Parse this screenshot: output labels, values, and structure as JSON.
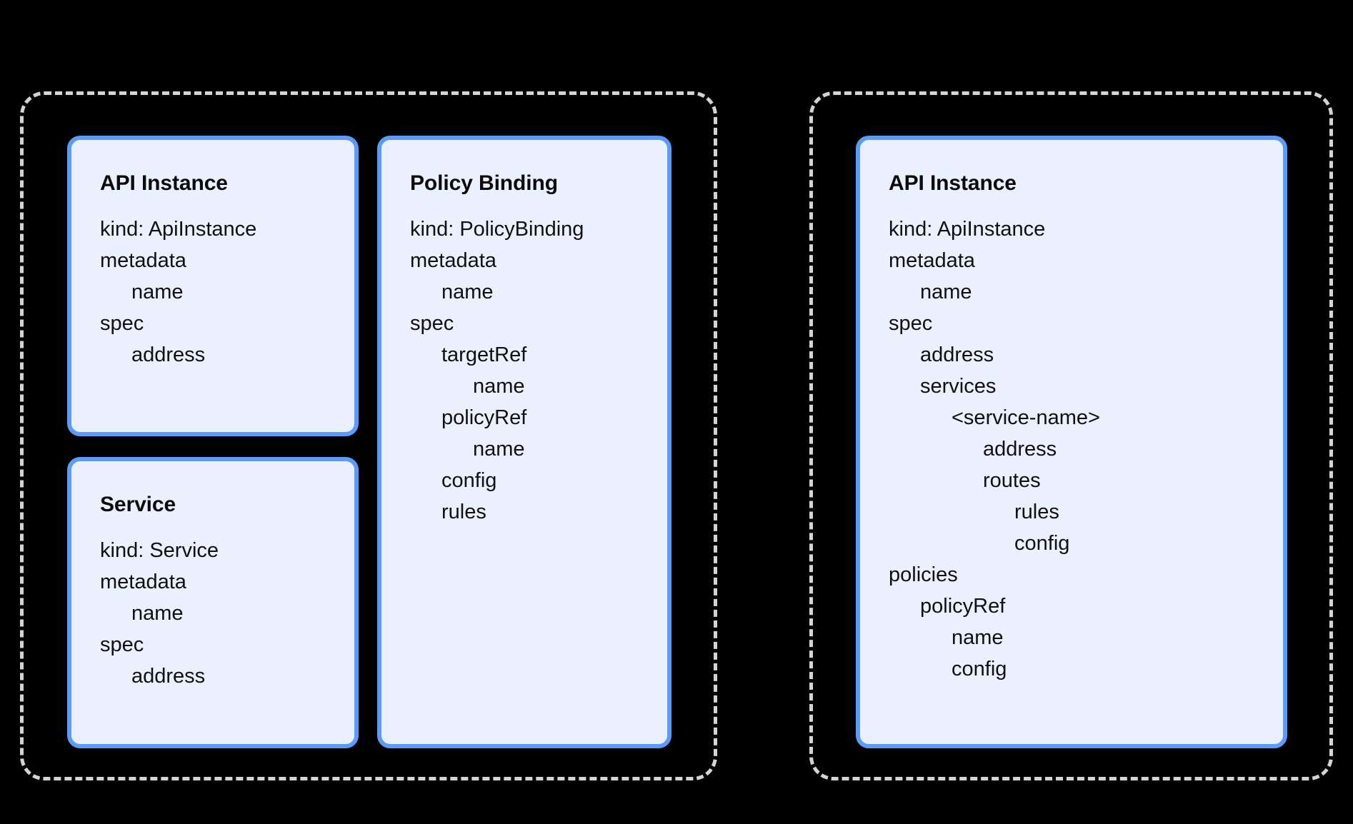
{
  "diagram": {
    "background_color": "#000000",
    "group_border_color": "#d5d4d2",
    "card_border_color": "#5b9bfb",
    "card_fill_color": "#eaf0fd",
    "text_color": "#101010"
  },
  "groups": [
    {
      "name": "left-group",
      "cards": [
        {
          "title": "API Instance",
          "fields": [
            {
              "text": "kind: ApiInstance",
              "indent": 0
            },
            {
              "text": "metadata",
              "indent": 0
            },
            {
              "text": "name",
              "indent": 1
            },
            {
              "text": "spec",
              "indent": 0
            },
            {
              "text": "address",
              "indent": 1
            }
          ]
        },
        {
          "title": "Service",
          "fields": [
            {
              "text": "kind: Service",
              "indent": 0
            },
            {
              "text": "metadata",
              "indent": 0
            },
            {
              "text": "name",
              "indent": 1
            },
            {
              "text": "spec",
              "indent": 0
            },
            {
              "text": "address",
              "indent": 1
            }
          ]
        },
        {
          "title": "Policy Binding",
          "fields": [
            {
              "text": "kind: PolicyBinding",
              "indent": 0
            },
            {
              "text": "metadata",
              "indent": 0
            },
            {
              "text": "name",
              "indent": 1
            },
            {
              "text": "spec",
              "indent": 0
            },
            {
              "text": "targetRef",
              "indent": 1
            },
            {
              "text": "name",
              "indent": 2
            },
            {
              "text": "policyRef",
              "indent": 1
            },
            {
              "text": "name",
              "indent": 2
            },
            {
              "text": "config",
              "indent": 1
            },
            {
              "text": "rules",
              "indent": 1
            }
          ]
        }
      ]
    },
    {
      "name": "right-group",
      "cards": [
        {
          "title": "API Instance",
          "fields": [
            {
              "text": "kind: ApiInstance",
              "indent": 0
            },
            {
              "text": "metadata",
              "indent": 0
            },
            {
              "text": "name",
              "indent": 1
            },
            {
              "text": "spec",
              "indent": 0
            },
            {
              "text": "address",
              "indent": 1
            },
            {
              "text": "services",
              "indent": 1
            },
            {
              "text": "<service-name>",
              "indent": 2
            },
            {
              "text": "address",
              "indent": 3
            },
            {
              "text": "routes",
              "indent": 3
            },
            {
              "text": "rules",
              "indent": 4
            },
            {
              "text": "config",
              "indent": 4
            },
            {
              "text": "policies",
              "indent": 0
            },
            {
              "text": "policyRef",
              "indent": 1
            },
            {
              "text": "name",
              "indent": 2
            },
            {
              "text": "config",
              "indent": 2
            }
          ]
        }
      ]
    }
  ]
}
